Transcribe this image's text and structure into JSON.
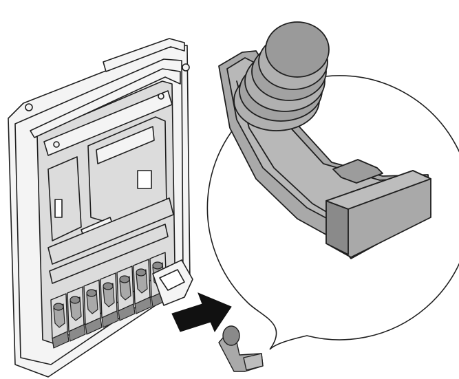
{
  "diagram": {
    "kind": "technical line illustration",
    "labels": [],
    "colors": {
      "line": "#1f1f1f",
      "paper": "#ffffff",
      "housing": "#f4f4f4",
      "panel": "#dcdcdc",
      "part": "#a9a9a9",
      "part_dark": "#8a8a8a",
      "arrow": "#111111"
    },
    "parts": {
      "housing": "open-enclosure-housing",
      "gland": "cable-gland-insert",
      "magnifier": "detail-callout-circle",
      "pointer": "insertion-arrow"
    },
    "module_count": 7
  }
}
